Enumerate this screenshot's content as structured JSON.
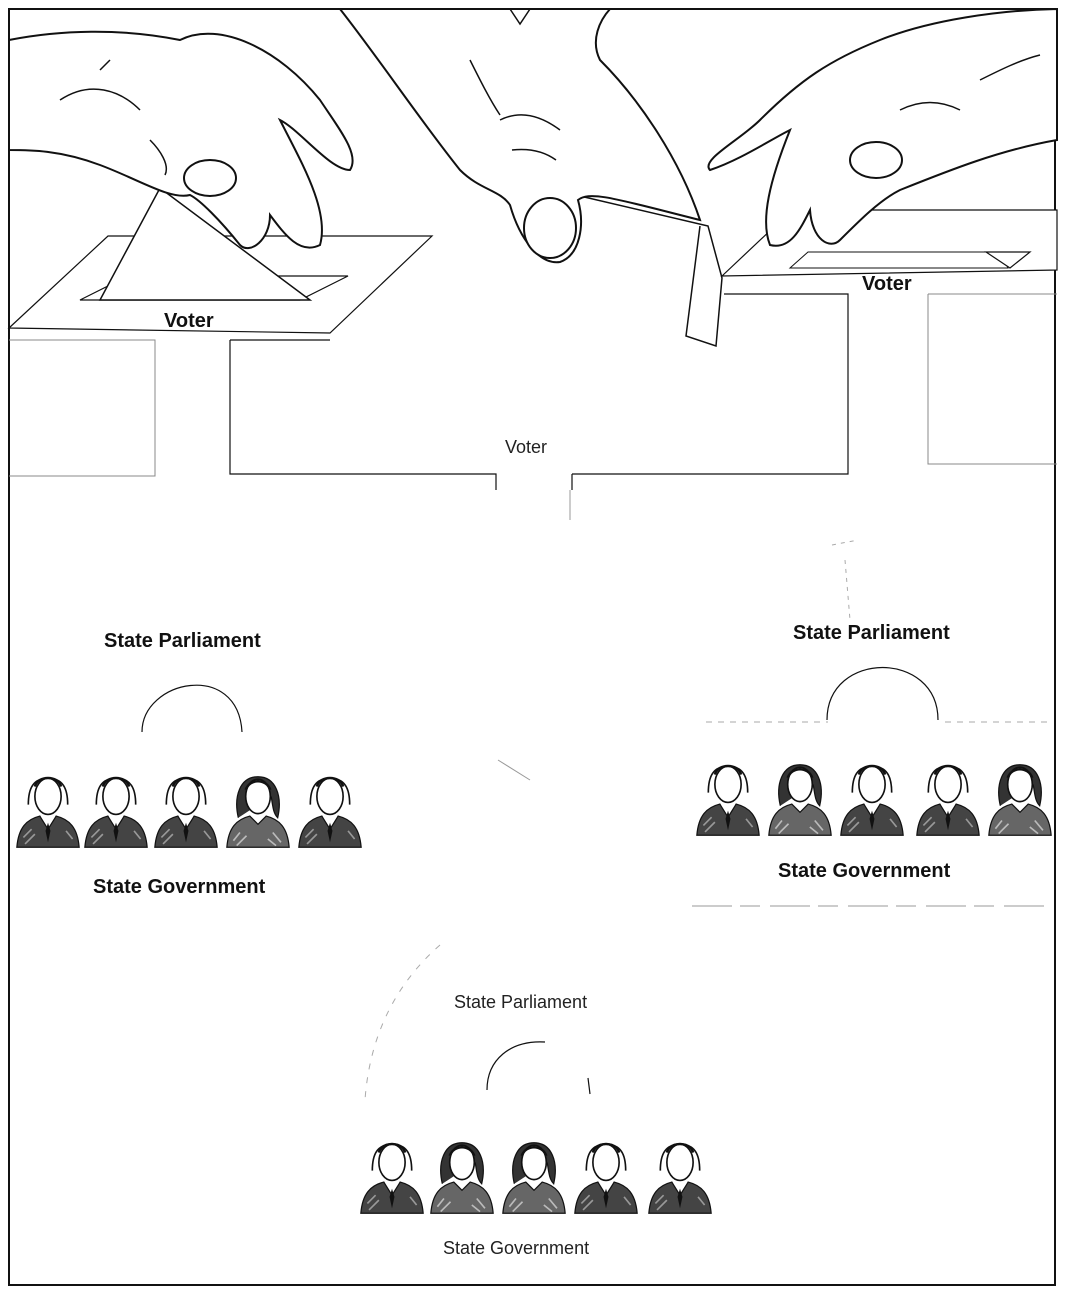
{
  "labels": {
    "voter_left": "Voter",
    "voter_center": "Voter",
    "voter_right": "Voter",
    "parliament_left": "State Parliament",
    "government_left": "State Government",
    "parliament_right": "State Parliament",
    "government_right": "State Government",
    "parliament_bottom": "State Parliament",
    "government_bottom": "State Government"
  },
  "colors": {
    "ink": "#111111",
    "paper": "#ffffff"
  }
}
